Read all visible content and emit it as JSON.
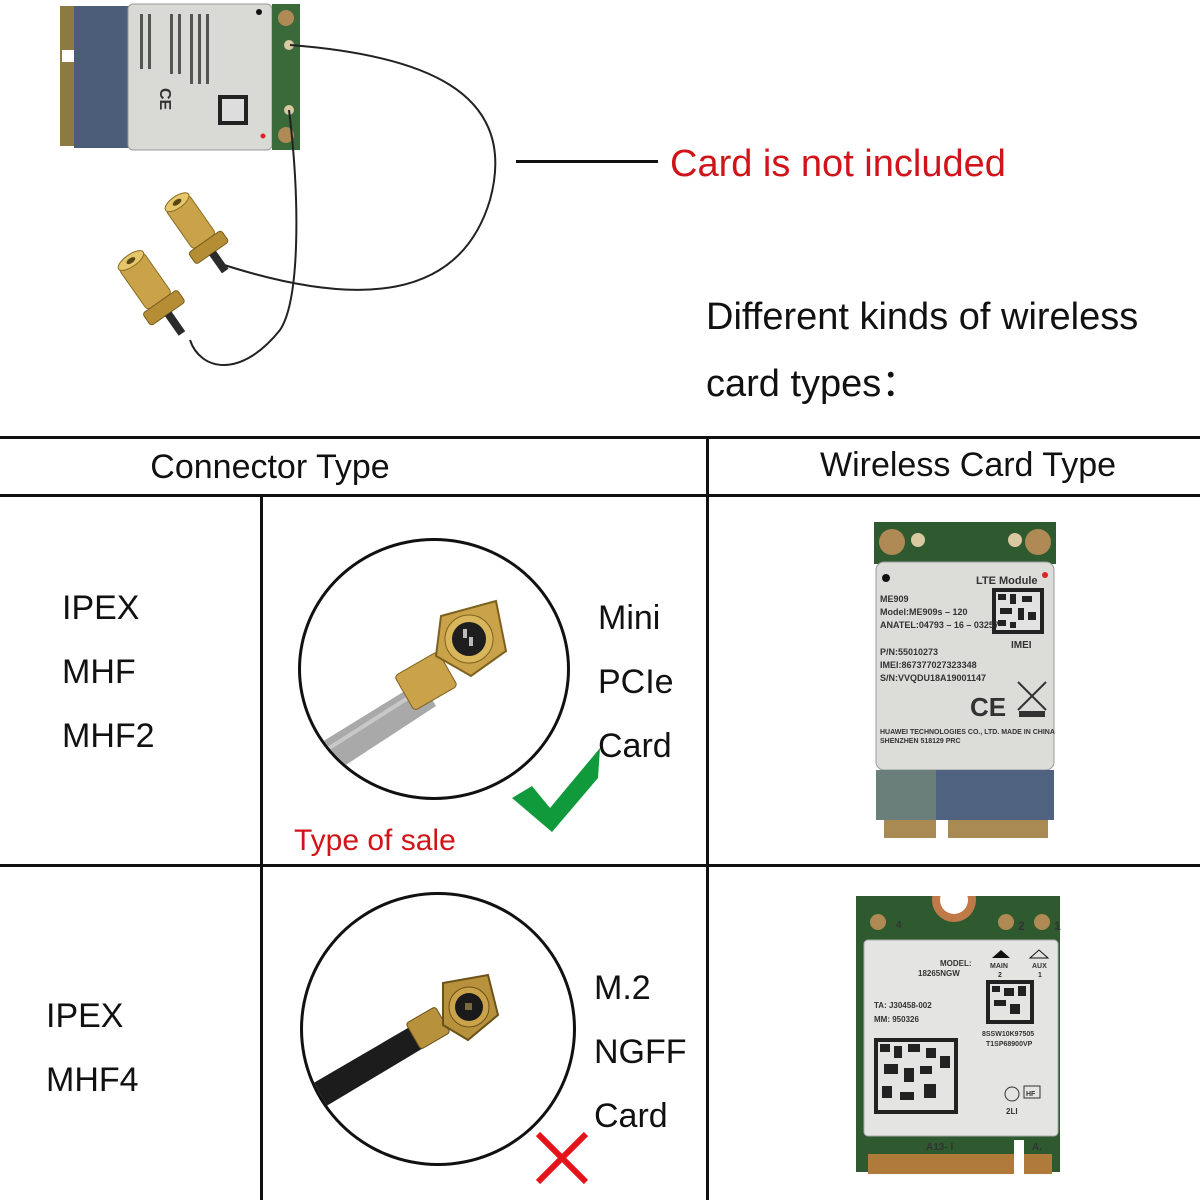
{
  "top": {
    "not_included_note": "Card is not included",
    "description_line1": "Different kinds of wireless",
    "description_line2": "card types："
  },
  "table": {
    "headers": {
      "connector_type": "Connector Type",
      "wireless_card_type": "Wireless Card Type"
    },
    "rows": [
      {
        "connector_labels": [
          "IPEX",
          "MHF",
          "MHF2"
        ],
        "card_type_lines": [
          "Mini",
          "PCIe",
          "Card"
        ],
        "status_icon": "check-icon",
        "status_color": "#109a3c",
        "sale_note": "Type of sale",
        "cable_color": "#a9a9a9",
        "card": {
          "top_label": "LTE Module",
          "lines": [
            "ME909",
            "Model:ME909s – 120",
            "ANATEL:04793 – 16 – 03257",
            "P/N:55010273",
            "IMEI:867377027323348",
            "S/N:VVQDU18A19001147"
          ],
          "imei_label": "IMEI",
          "ce_mark": "CE",
          "maker_line1": "HUAWEI TECHNOLOGIES CO., LTD. MADE IN CHINA",
          "maker_line2": "SHENZHEN 518129 PRC"
        }
      },
      {
        "connector_labels": [
          "IPEX",
          "MHF4"
        ],
        "card_type_lines": [
          "M.2",
          "NGFF",
          "Card"
        ],
        "status_icon": "cross-icon",
        "status_color": "#e3151b",
        "cable_color": "#1c1c1c",
        "card": {
          "model_label": "MODEL:",
          "model_value": "18265NGW",
          "main_label": "MAIN",
          "main_num": "2",
          "aux_label": "AUX",
          "aux_num": "1",
          "ta_line": "TA: J30458-002",
          "mm_line": "MM: 950326",
          "serial1": "8SSW10K97505",
          "serial2": "T1SP68900VP",
          "hf_mark": "HF",
          "mark_2li": "2LI",
          "edge_label": "A13- I",
          "edge_label_right": "A.",
          "port_labels": [
            "4",
            "2",
            "1"
          ]
        }
      }
    ]
  },
  "colors": {
    "accent_red": "#d0141a",
    "pcb_green": "#2f5a2f",
    "gold": "#c9a24a"
  }
}
